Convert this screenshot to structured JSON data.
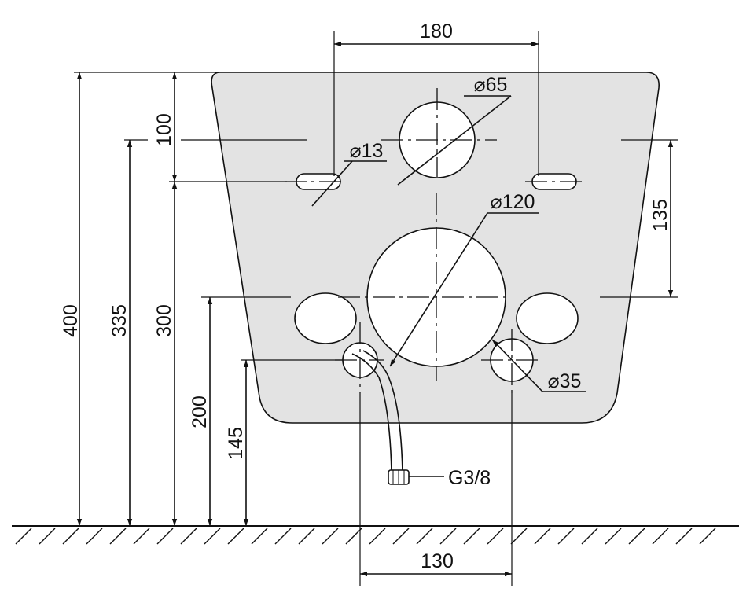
{
  "dimensions": {
    "width_between_rods": "180",
    "rod_diameter": "⌀13",
    "waste_pipe_diameter": "⌀120",
    "top_hole_diameter": "⌀65",
    "small_hole_diameter": "⌀35",
    "vertical_135": "135",
    "height_400": "400",
    "height_335": "335",
    "height_300": "300",
    "height_200": "200",
    "height_145": "145",
    "offset_100": "100",
    "bottom_130": "130",
    "water_connection": "G3/8"
  },
  "colors": {
    "panel_fill": "#e3e3e3",
    "line": "#111111",
    "background": "#ffffff"
  }
}
